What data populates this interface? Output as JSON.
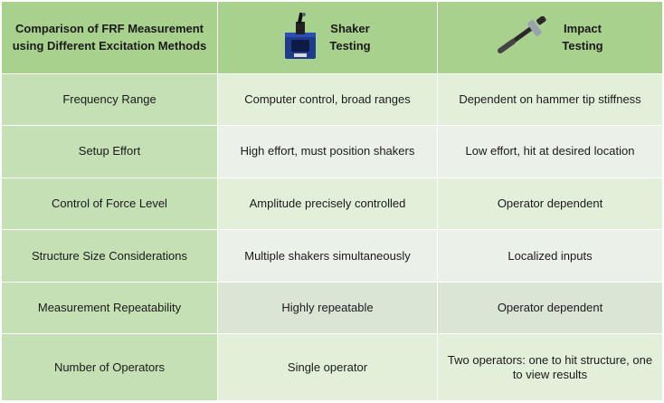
{
  "header": {
    "title_line1": "Comparison of FRF Measurement",
    "title_line2": "using Different Excitation Methods",
    "col1_line1": "Shaker",
    "col1_line2": "Testing",
    "col2_line1": "Impact",
    "col2_line2": "Testing",
    "col1_icon": "shaker-icon",
    "col2_icon": "impact-hammer-icon"
  },
  "rows": [
    {
      "label": "Frequency Range",
      "shaker": "Computer control, broad ranges",
      "impact": "Dependent on hammer tip stiffness"
    },
    {
      "label": "Setup Effort",
      "shaker": "High effort, must position shakers",
      "impact": "Low effort, hit at desired location"
    },
    {
      "label": "Control of Force Level",
      "shaker": "Amplitude precisely controlled",
      "impact": "Operator dependent"
    },
    {
      "label": "Structure Size Considerations",
      "shaker": "Multiple shakers simultaneously",
      "impact": "Localized inputs"
    },
    {
      "label": "Measurement Repeatability",
      "shaker": "Highly repeatable",
      "impact": "Operator dependent"
    },
    {
      "label": "Number of Operators",
      "shaker": "Single operator",
      "impact": "Two operators: one to hit structure, one to view results"
    }
  ],
  "colors": {
    "header_bg": "#a9d18e",
    "label_bg": "#c5e0b4",
    "cell_bg": "#e2f0d9"
  }
}
